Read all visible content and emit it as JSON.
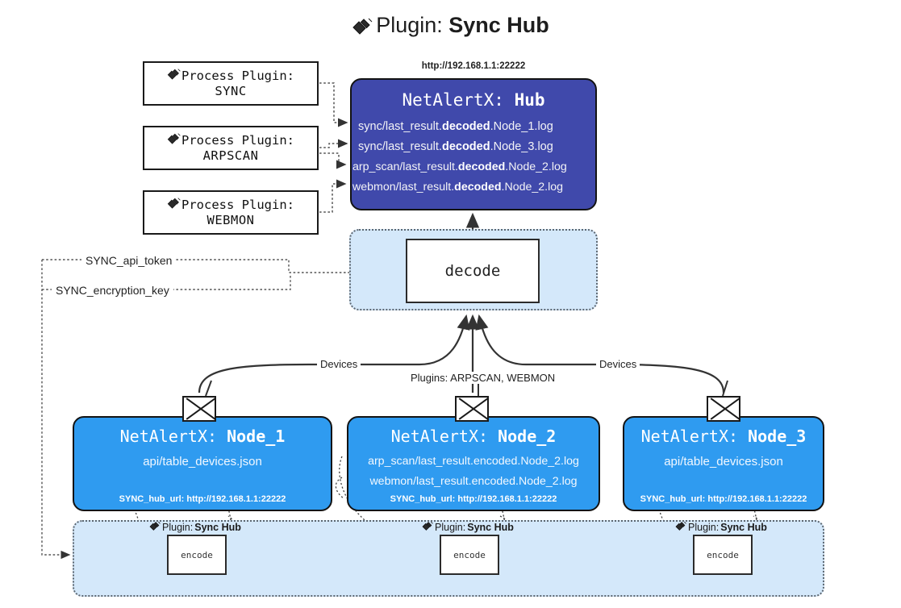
{
  "title": {
    "icon": "plug-icon",
    "prefix": "Plugin: ",
    "name": "Sync Hub"
  },
  "process_plugins": [
    {
      "icon": "plug-icon",
      "label": "Process Plugin:",
      "name": "SYNC"
    },
    {
      "icon": "plug-icon",
      "label": "Process Plugin:",
      "name": "ARPSCAN"
    },
    {
      "icon": "plug-icon",
      "label": "Process Plugin:",
      "name": "WEBMON"
    }
  ],
  "hub": {
    "url": "http://192.168.1.1:22222",
    "title_prefix": "NetAlertX: ",
    "title_name": "Hub",
    "color": "#4049ab",
    "lines": [
      {
        "pre": "sync/last_result.",
        "mid": "decoded",
        "post": ".Node_1.log"
      },
      {
        "pre": "sync/last_result.",
        "mid": "decoded",
        "post": ".Node_3.log"
      },
      {
        "pre": "arp_scan/last_result.",
        "mid": "decoded",
        "post": ".Node_2.log"
      },
      {
        "pre": "webmon/last_result.",
        "mid": "decoded",
        "post": ".Node_2.log"
      }
    ]
  },
  "decode": {
    "label": "decode",
    "container_color": "#d4e8fa"
  },
  "keys": [
    {
      "label": "SYNC_api_token"
    },
    {
      "label": "SYNC_encryption_key"
    }
  ],
  "edge_labels": {
    "devices_left": "Devices",
    "devices_right": "Devices",
    "plugins_center": "Plugins: ARPSCAN, WEBMON"
  },
  "nodes": [
    {
      "title_prefix": "NetAlertX: ",
      "title_name": "Node_1",
      "color": "#2f9bf0",
      "lines": [
        "api/table_devices.json"
      ],
      "url_key": "SYNC_hub_url: ",
      "url_value": "http://192.168.1.1:22222",
      "envelope": "envelope-icon"
    },
    {
      "title_prefix": "NetAlertX: ",
      "title_name": "Node_2",
      "color": "#2f9bf0",
      "lines": [
        "arp_scan/last_result.encoded.Node_2.log",
        "webmon/last_result.encoded.Node_2.log"
      ],
      "url_key": "SYNC_hub_url: ",
      "url_value": "http://192.168.1.1:22222",
      "envelope": "envelope-icon"
    },
    {
      "title_prefix": "NetAlertX: ",
      "title_name": "Node_3",
      "color": "#2f9bf0",
      "lines": [
        "api/table_devices.json"
      ],
      "url_key": "SYNC_hub_url: ",
      "url_value": "http://192.168.1.1:22222",
      "envelope": "envelope-icon"
    }
  ],
  "encoders": [
    {
      "plugin_prefix": "Plugin: ",
      "plugin_name": "Sync Hub",
      "label": "encode"
    },
    {
      "plugin_prefix": "Plugin: ",
      "plugin_name": "Sync Hub",
      "label": "encode"
    },
    {
      "plugin_prefix": "Plugin: ",
      "plugin_name": "Sync Hub",
      "label": "encode"
    }
  ]
}
